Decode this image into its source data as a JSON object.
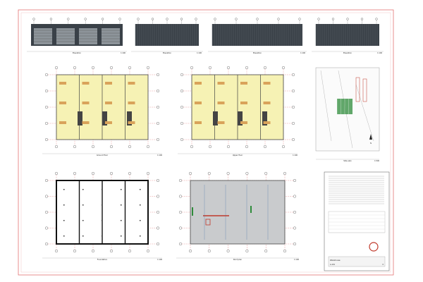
{
  "sheet": {
    "colors": {
      "paper": "#ffffff",
      "frame": "#e06060",
      "facade_dark": "#3a4148",
      "facade_stripe": "#5a636b",
      "floor_fill": "#f6f2b4",
      "roof_fill": "#c9cbcd",
      "stamp_red": "#c0392b",
      "green_area": "#2e8b3a"
    },
    "elevations": [
      {
        "id": "elevation-1",
        "caption": "Elevation",
        "scale": "1:100",
        "style": "gates"
      },
      {
        "id": "elevation-2",
        "caption": "Elevation",
        "scale": "1:100",
        "style": "cladding"
      },
      {
        "id": "elevation-3",
        "caption": "Elevation",
        "scale": "1:100",
        "style": "cladding"
      },
      {
        "id": "elevation-4",
        "caption": "Elevation",
        "scale": "1:100",
        "style": "cladding"
      }
    ],
    "plans": [
      {
        "id": "ground-floor-plan",
        "caption": "Ground floor",
        "scale": "1:100",
        "style": "floor-left"
      },
      {
        "id": "upper-floor-plan",
        "caption": "Upper floor",
        "scale": "1:100",
        "style": "floor-right"
      },
      {
        "id": "foundation-plan",
        "caption": "Foundation",
        "scale": "1:100",
        "style": "foundation"
      },
      {
        "id": "roof-plan",
        "caption": "Roof plan",
        "scale": "1:100",
        "style": "roof"
      }
    ],
    "site_plan": {
      "caption": "Site plan",
      "scale": "1:500",
      "north_label": "N"
    },
    "title_block": {
      "project": "Warehouse",
      "drawing_no": "A-101",
      "rev": "0"
    }
  }
}
